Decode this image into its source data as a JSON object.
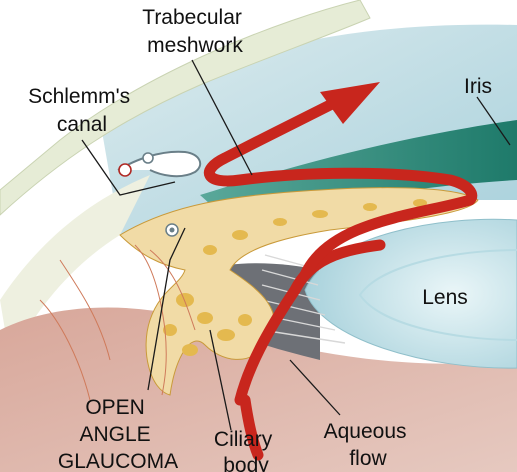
{
  "labels": {
    "trabecular_meshwork": [
      "Trabecular",
      "meshwork"
    ],
    "schlemms_canal": [
      "Schlemm's",
      "canal"
    ],
    "iris": "Iris",
    "lens": "Lens",
    "open_angle_glaucoma": [
      "OPEN",
      "ANGLE",
      "GLAUCOMA"
    ],
    "ciliary_body": [
      "Ciliary",
      "body"
    ],
    "aqueous_flow": [
      "Aqueous",
      "flow"
    ]
  },
  "colors": {
    "cornea": "#c9e3ea",
    "sclera": "#e9eed8",
    "iris": "#2f8f7e",
    "lens": "#d4ecf0",
    "ciliary_body": "#f0dca6",
    "ciliary_cells": "#e2b94f",
    "uvea": "#c48a7a",
    "flow_arrow": "#c8261d",
    "lead_lines": "#1a1a1a"
  }
}
